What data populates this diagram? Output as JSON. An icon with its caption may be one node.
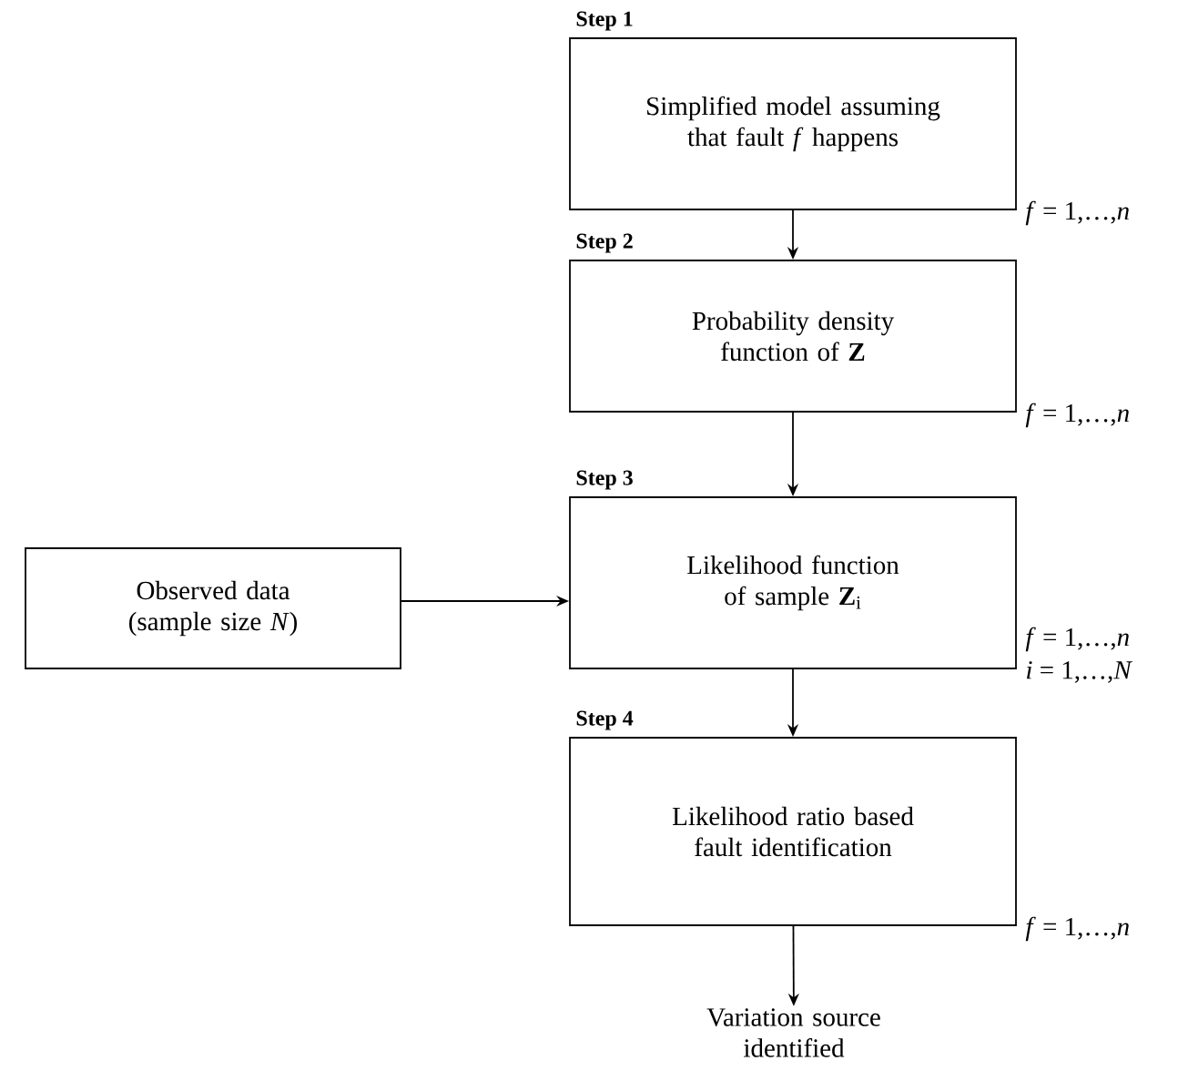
{
  "diagram": {
    "nodes": [
      {
        "text": [
          "Step 1",
          "Simplified model assuming that fault *f* happens"
        ],
        "beside": [
          "*f* = 1,…,*n*"
        ]
      },
      {
        "text": [
          "Step 2",
          "Probability density function of **Z**"
        ],
        "beside": [
          "*f* = 1,…,*n*"
        ]
      },
      {
        "text": [
          "Step 3",
          "Likelihood function of sample **Z**$_{i}$"
        ],
        "beside": [
          "*f* = 1,…,*n*",
          "*i* = 1,…,*N*"
        ]
      },
      {
        "text": [
          "Observed data (sample size *N*)"
        ]
      },
      {
        "text": [
          "Step 4",
          "Likelihood ratio based fault identification"
        ],
        "beside": [
          "*f* = 1,…,*n*"
        ]
      },
      {
        "text": [
          "Variation source identified"
        ]
      }
    ],
    "edges": [
      {
        "from": 0,
        "to": 1,
        "arrow": "to"
      },
      {
        "from": 1,
        "to": 2,
        "arrow": "to"
      },
      {
        "from": 3,
        "to": 2,
        "arrow": "to"
      },
      {
        "from": 2,
        "to": 4,
        "arrow": "to"
      },
      {
        "from": 4,
        "to": 5,
        "arrow": "to"
      }
    ]
  }
}
